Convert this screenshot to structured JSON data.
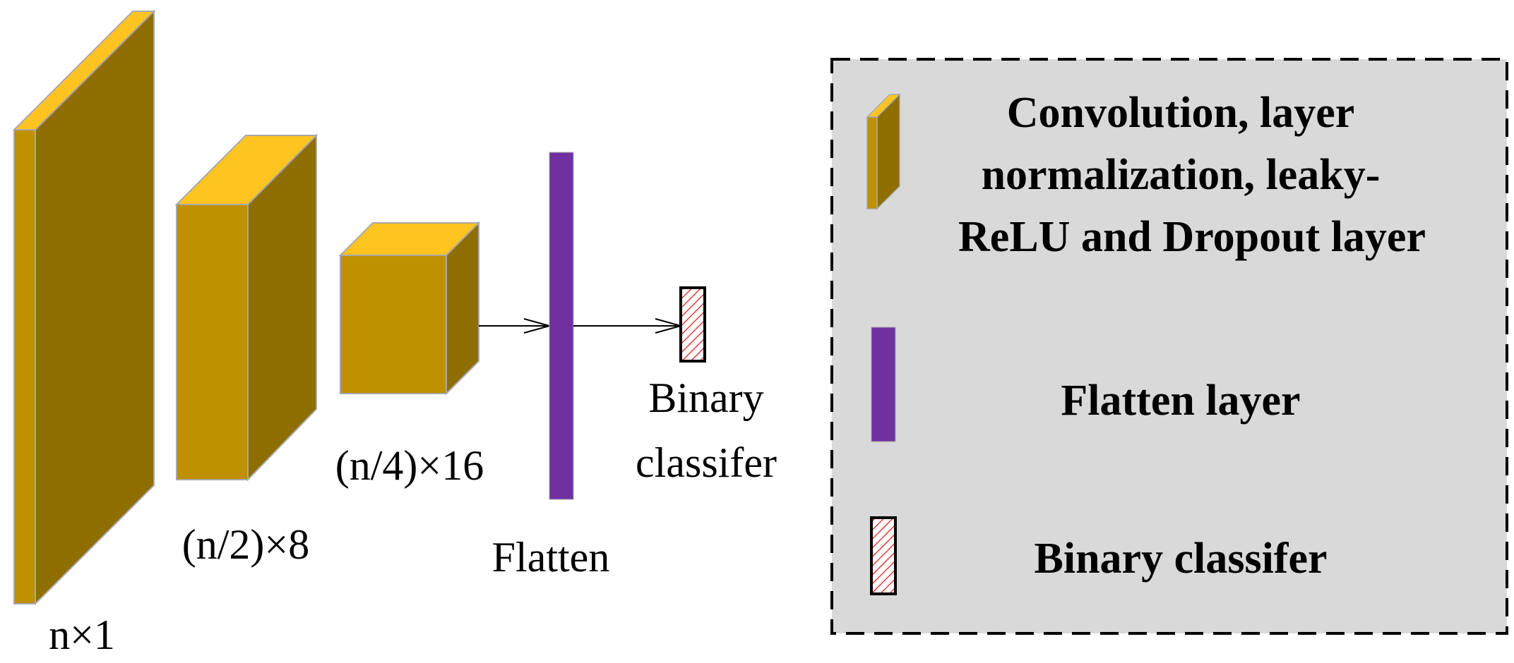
{
  "colors": {
    "block_front": "#BF9000",
    "block_side": "#8F6E00",
    "block_top": "#FFC420",
    "block_edge": "#A8A8A8",
    "flatten": "#7030A0",
    "classifier_hatch": "#E03C3C",
    "legend_bg": "#D9D9D9",
    "legend_border": "#000000",
    "arrow": "#000000"
  },
  "blocks": [
    {
      "id": "conv1",
      "label": "n×1"
    },
    {
      "id": "conv2",
      "label": "(n/2)×8"
    },
    {
      "id": "conv3",
      "label": "(n/4)×16"
    }
  ],
  "flatten_label": "Flatten",
  "classifier_label": [
    "Binary",
    "classifer"
  ],
  "legend": {
    "conv_text": [
      "Convolution, layer",
      "normalization, leaky-",
      "ReLU and Dropout layer"
    ],
    "flatten_text": "Flatten layer",
    "classifier_text": "Binary classifer"
  }
}
